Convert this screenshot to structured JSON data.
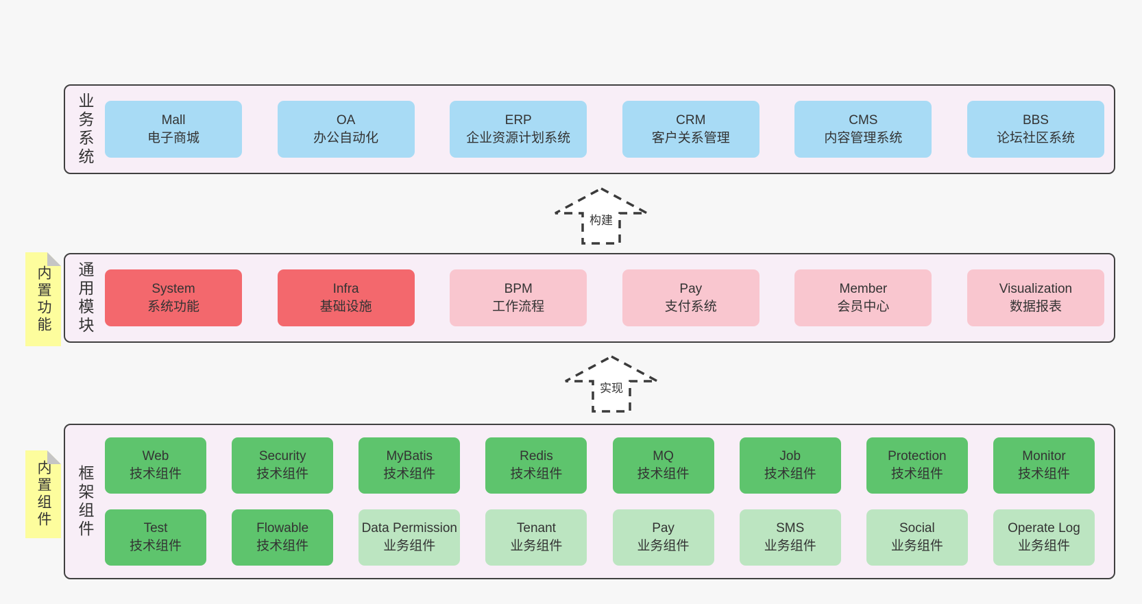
{
  "colors": {
    "page_bg": "#f7f7f7",
    "section_bg": "#f8eef7",
    "section_border": "#404040",
    "blue_box": "#a8dbf5",
    "red_box": "#f3686d",
    "pink_box": "#f9c6cf",
    "green_box": "#5ec46d",
    "light_green_box": "#bce5c1",
    "sticky_yellow": "#fdfd9d",
    "sticky_fold": "#c5c5c5",
    "text": "#333333",
    "arrow_stroke": "#3b3b3b"
  },
  "arrows": [
    {
      "label": "构建",
      "style": "dashed-up-arrow"
    },
    {
      "label": "实现",
      "style": "dashed-up-arrow"
    }
  ],
  "sections": [
    {
      "id": "business-systems",
      "label": "业务系统",
      "boxes": [
        {
          "title": "Mall",
          "subtitle": "电子商城",
          "variant": "blue"
        },
        {
          "title": "OA",
          "subtitle": "办公自动化",
          "variant": "blue"
        },
        {
          "title": "ERP",
          "subtitle": "企业资源计划系统",
          "variant": "blue"
        },
        {
          "title": "CRM",
          "subtitle": "客户关系管理",
          "variant": "blue"
        },
        {
          "title": "CMS",
          "subtitle": "内容管理系统",
          "variant": "blue"
        },
        {
          "title": "BBS",
          "subtitle": "论坛社区系统",
          "variant": "blue"
        }
      ]
    },
    {
      "id": "common-modules",
      "label": "通用模块",
      "sticky_label": "内置功能",
      "boxes": [
        {
          "title": "System",
          "subtitle": "系统功能",
          "variant": "red"
        },
        {
          "title": "Infra",
          "subtitle": "基础设施",
          "variant": "red"
        },
        {
          "title": "BPM",
          "subtitle": "工作流程",
          "variant": "pink"
        },
        {
          "title": "Pay",
          "subtitle": "支付系统",
          "variant": "pink"
        },
        {
          "title": "Member",
          "subtitle": "会员中心",
          "variant": "pink"
        },
        {
          "title": "Visualization",
          "subtitle": "数据报表",
          "variant": "pink"
        }
      ]
    },
    {
      "id": "framework-components",
      "label": "框架组件",
      "sticky_label": "内置组件",
      "rows": [
        [
          {
            "title": "Web",
            "subtitle": "技术组件",
            "variant": "green"
          },
          {
            "title": "Security",
            "subtitle": "技术组件",
            "variant": "green"
          },
          {
            "title": "MyBatis",
            "subtitle": "技术组件",
            "variant": "green"
          },
          {
            "title": "Redis",
            "subtitle": "技术组件",
            "variant": "green"
          },
          {
            "title": "MQ",
            "subtitle": "技术组件",
            "variant": "green"
          },
          {
            "title": "Job",
            "subtitle": "技术组件",
            "variant": "green"
          },
          {
            "title": "Protection",
            "subtitle": "技术组件",
            "variant": "green"
          },
          {
            "title": "Monitor",
            "subtitle": "技术组件",
            "variant": "green"
          }
        ],
        [
          {
            "title": "Test",
            "subtitle": "技术组件",
            "variant": "green"
          },
          {
            "title": "Flowable",
            "subtitle": "技术组件",
            "variant": "green"
          },
          {
            "title": "Data Permission",
            "subtitle": "业务组件",
            "variant": "light-green"
          },
          {
            "title": "Tenant",
            "subtitle": "业务组件",
            "variant": "light-green"
          },
          {
            "title": "Pay",
            "subtitle": "业务组件",
            "variant": "light-green"
          },
          {
            "title": "SMS",
            "subtitle": "业务组件",
            "variant": "light-green"
          },
          {
            "title": "Social",
            "subtitle": "业务组件",
            "variant": "light-green"
          },
          {
            "title": "Operate Log",
            "subtitle": "业务组件",
            "variant": "light-green"
          }
        ]
      ]
    }
  ]
}
